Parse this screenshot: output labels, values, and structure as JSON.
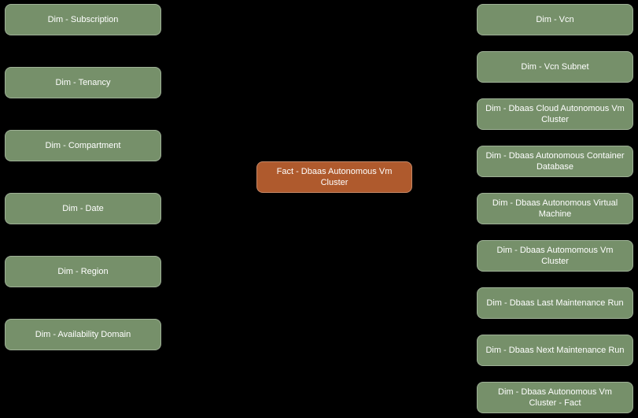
{
  "diagram": {
    "type": "star-schema",
    "colors": {
      "background": "#000000",
      "dimension_fill": "#76906A",
      "fact_fill": "#AF5A2D",
      "text": "#FFFFFF"
    },
    "fact": {
      "label": "Fact - Dbaas Autonomous Vm Cluster"
    },
    "left_dimensions": [
      {
        "label": "Dim - Subscription"
      },
      {
        "label": "Dim - Tenancy"
      },
      {
        "label": "Dim - Compartment"
      },
      {
        "label": "Dim - Date"
      },
      {
        "label": "Dim - Region"
      },
      {
        "label": "Dim - Availability Domain"
      }
    ],
    "right_dimensions": [
      {
        "label": "Dim - Vcn"
      },
      {
        "label": "Dim - Vcn Subnet"
      },
      {
        "label": "Dim - Dbaas Cloud Autonomous Vm Cluster"
      },
      {
        "label": "Dim - Dbaas Autonomous Container Database"
      },
      {
        "label": "Dim - Dbaas Autonomous Virtual Machine"
      },
      {
        "label": "Dim - Dbaas Automomous Vm Cluster"
      },
      {
        "label": "Dim - Dbaas Last Maintenance Run"
      },
      {
        "label": "Dim - Dbaas Next Maintenance Run"
      },
      {
        "label": "Dim - Dbaas Autonomous Vm Cluster - Fact"
      }
    ]
  }
}
